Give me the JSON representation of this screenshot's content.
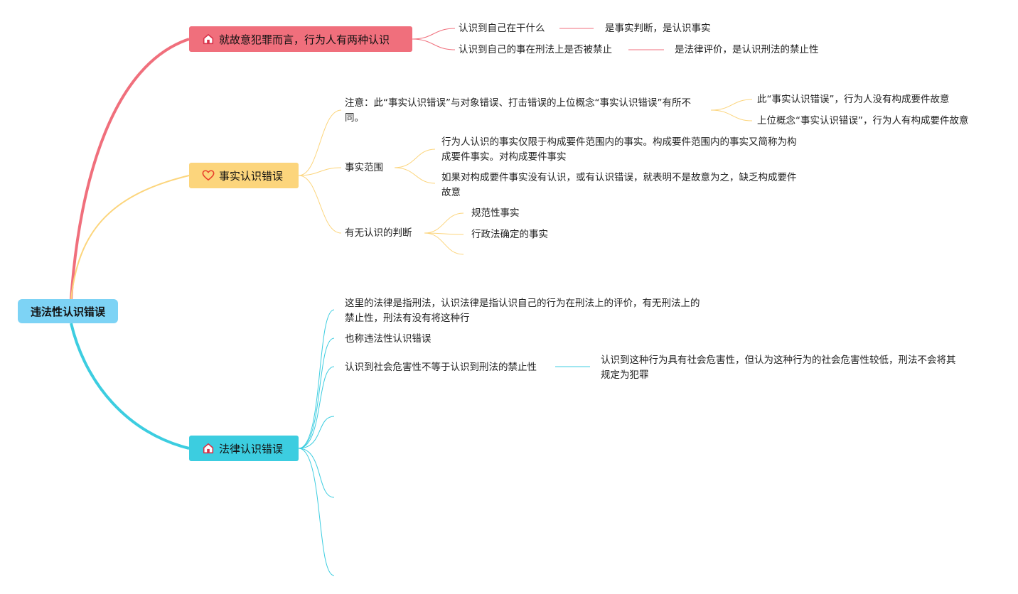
{
  "root": {
    "label": "违法性认识错误"
  },
  "colors": {
    "root": "#7dd3f5",
    "branch_intent": "#f06f7c",
    "branch_fact": "#fcd57c",
    "branch_law": "#3ccde0",
    "icon_house": "#d8334a",
    "icon_heart": "#e8402c"
  },
  "branches": {
    "intent": {
      "label": "就故意犯罪而言，行为人有两种认识",
      "icon": "house-icon",
      "items": [
        {
          "label": "认识到自己在干什么",
          "detail": "是事实判断，是认识事实"
        },
        {
          "label": "认识到自己的事在刑法上是否被禁止",
          "detail": "是法律评价，是认识刑法的禁止性"
        }
      ]
    },
    "fact": {
      "label": "事实认识错误",
      "icon": "heart-icon",
      "note": {
        "label": "注意：此“事实认识错误”与对象错误、打击错误的上位概念“事实认识错误”有所不同。",
        "items": [
          "此“事实认识错误”，行为人没有构成要件故意",
          "上位概念“事实认识错误”，行为人有构成要件故意"
        ]
      },
      "scope": {
        "label": "事实范围",
        "items": [
          "行为人认识的事实仅限于构成要件范围内的事实。构成要件范围内的事实又简称为构成要件事实。对构成要件事实",
          "如果对构成要件事实没有认识，或有认识错误，就表明不是故意为之，缺乏构成要件故意"
        ]
      },
      "judgment": {
        "label": "有无认识的判断",
        "items": [
          "规范性事实",
          "行政法确定的事实"
        ]
      }
    },
    "law": {
      "label": "法律认识错误",
      "icon": "house-icon",
      "items": [
        {
          "label": "这里的法律是指刑法，认识法律是指认识自己的行为在刑法上的评价，有无刑法上的禁止性，刑法有没有将这种行"
        },
        {
          "label": "也称违法性认识错误"
        },
        {
          "label": "认识到社会危害性不等于认识到刑法的禁止性",
          "detail": "认识到这种行为具有社会危害性，但认为这种行为的社会危害性较低，刑法不会将其规定为犯罪"
        }
      ]
    }
  }
}
